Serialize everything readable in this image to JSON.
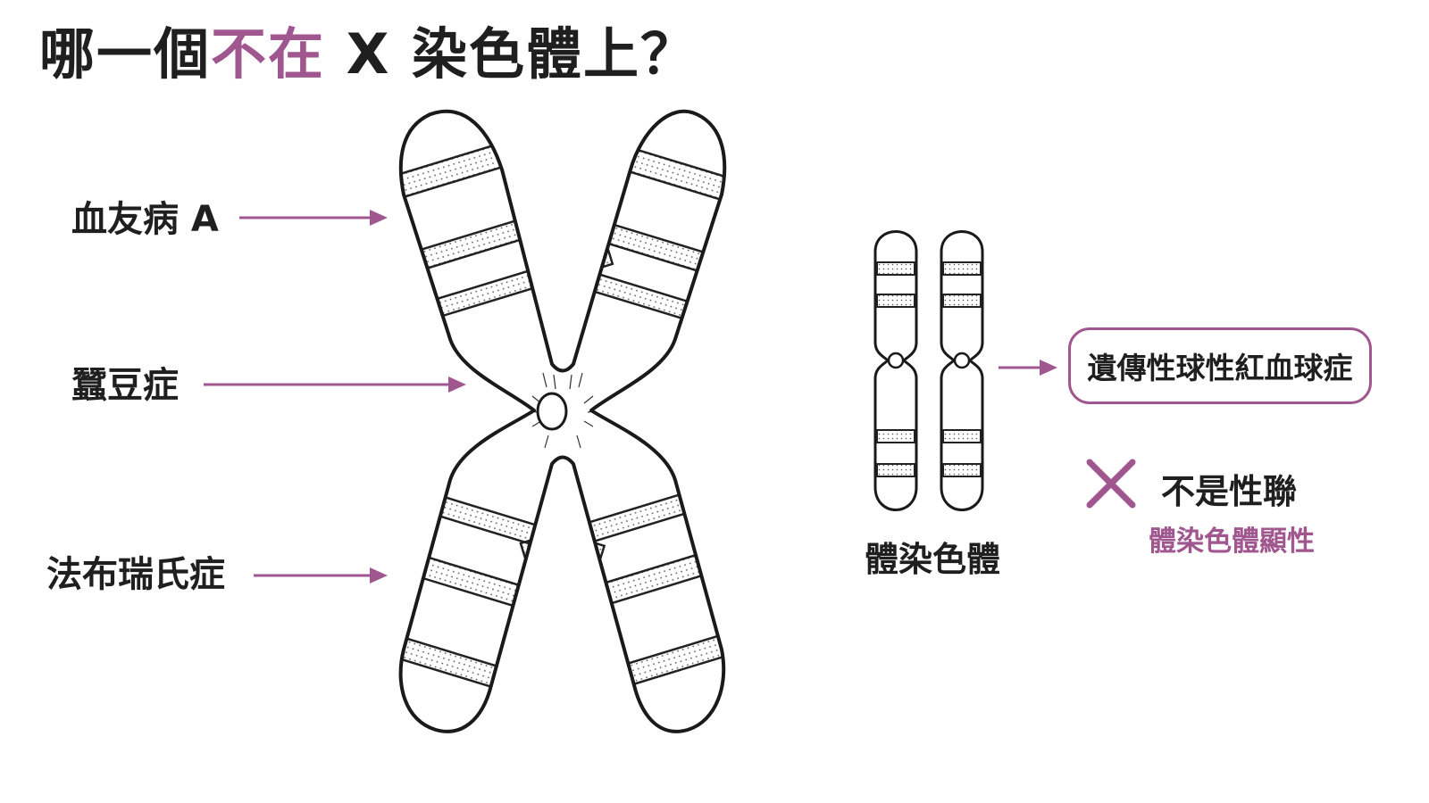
{
  "title": {
    "part1": "哪一個",
    "accent": "不在",
    "part2": " X 染色體上？"
  },
  "disease_labels": {
    "hemophilia": "血友病 A",
    "g6pd": "蠶豆症",
    "fabry": "法布瑞氏症"
  },
  "autosome": {
    "label": "體染色體",
    "disease": "遺傳性球性紅血球症",
    "not_linked": "不是性聯",
    "inheritance": "體染色體顯性"
  },
  "colors": {
    "accent": "#a0578f",
    "ink": "#1f1f1f"
  },
  "icons": {
    "cross": "x-mark-icon",
    "arrow": "arrow-right-icon"
  }
}
